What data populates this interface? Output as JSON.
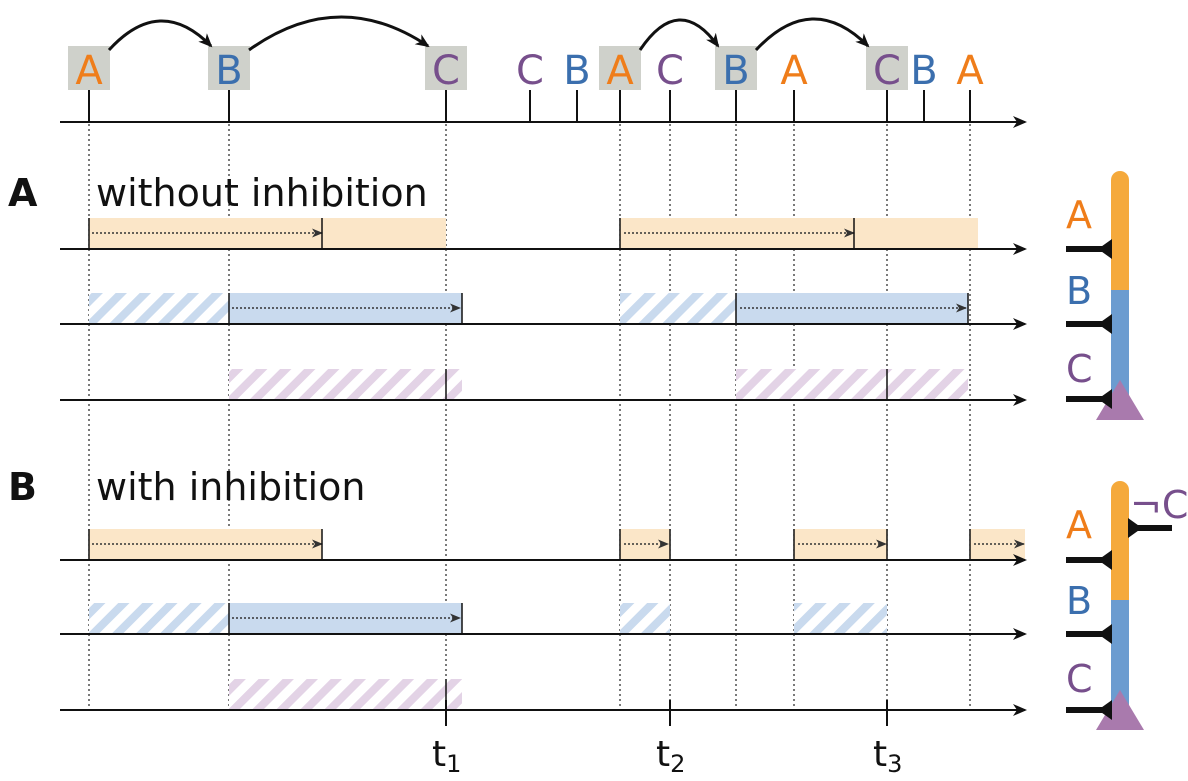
{
  "colors": {
    "A": "#ef7d1a",
    "B": "#3b6fae",
    "C": "#774f8c",
    "orange_fill": "#fbe6c8",
    "blue_fill": "#c9daee",
    "purple_hatch": "#d7c3db",
    "highlight_box": "#cfd1cb",
    "dendrite_orange": "#f5a93b",
    "dendrite_blue": "#6c9cd0",
    "soma": "#a97aad"
  },
  "sequence": [
    {
      "label": "A",
      "highlighted": true
    },
    {
      "label": "B",
      "highlighted": true
    },
    {
      "label": "C",
      "highlighted": true
    },
    {
      "label": "C",
      "highlighted": false
    },
    {
      "label": "B",
      "highlighted": false
    },
    {
      "label": "A",
      "highlighted": true
    },
    {
      "label": "C",
      "highlighted": false
    },
    {
      "label": "B",
      "highlighted": true
    },
    {
      "label": "A",
      "highlighted": false
    },
    {
      "label": "C",
      "highlighted": true
    },
    {
      "label": "B",
      "highlighted": false
    },
    {
      "label": "A",
      "highlighted": false
    }
  ],
  "panel_a": {
    "letter": "A",
    "title": "without inhibition"
  },
  "panel_b": {
    "letter": "B",
    "title": "with inhibition"
  },
  "time_labels": [
    {
      "base": "t",
      "sub": "1"
    },
    {
      "base": "t",
      "sub": "2"
    },
    {
      "base": "t",
      "sub": "3"
    }
  ],
  "neuron_a": {
    "labels": [
      "A",
      "B",
      "C"
    ]
  },
  "neuron_b": {
    "labels": [
      "A",
      "B",
      "C"
    ],
    "inhibitory_label": "¬C"
  }
}
